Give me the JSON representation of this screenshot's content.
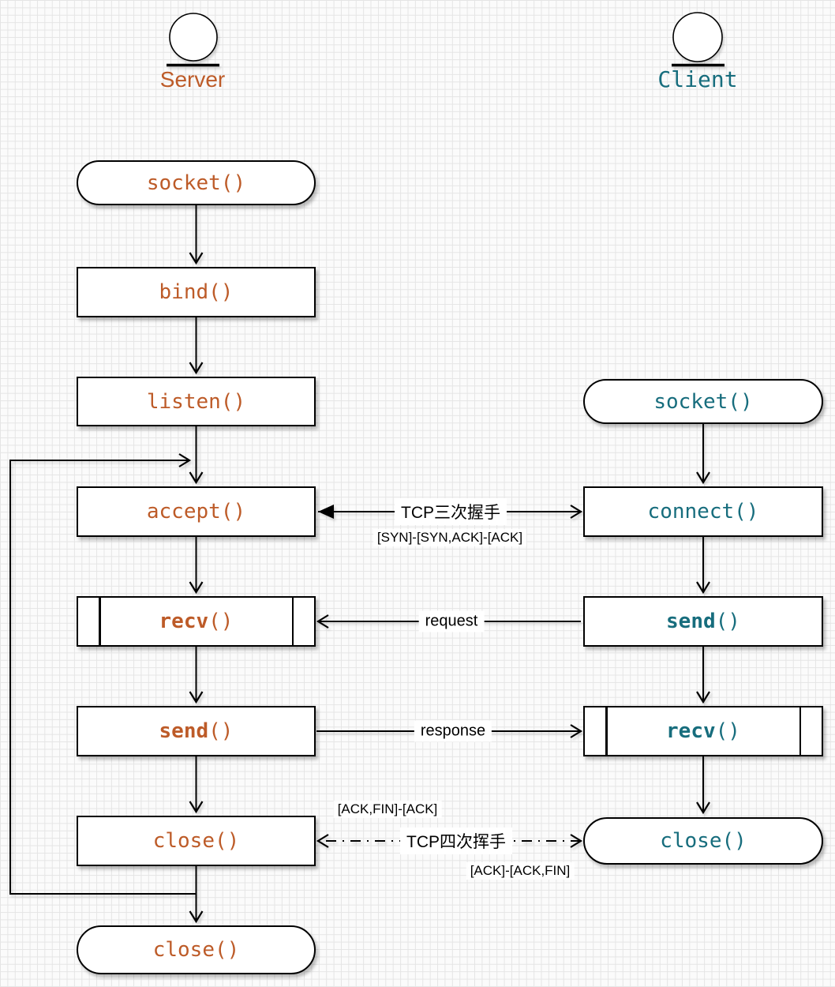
{
  "diagram": {
    "title_hint": "TCP socket lifecycle flowchart",
    "actors": {
      "server": {
        "label": "Server"
      },
      "client": {
        "label": "Client"
      }
    },
    "server_flow": [
      {
        "label": "socket()",
        "shape": "terminator"
      },
      {
        "label": "bind()",
        "shape": "process"
      },
      {
        "label": "listen()",
        "shape": "process"
      },
      {
        "label": "accept()",
        "shape": "process"
      },
      {
        "name": "recv",
        "suffix": "()",
        "shape": "subroutine"
      },
      {
        "name": "send",
        "suffix": "()",
        "shape": "process"
      },
      {
        "label": "close()",
        "shape": "process"
      },
      {
        "label": "close()",
        "shape": "terminator"
      }
    ],
    "client_flow": [
      {
        "label": "socket()",
        "shape": "terminator"
      },
      {
        "label": "connect()",
        "shape": "process"
      },
      {
        "name": "send",
        "suffix": "()",
        "shape": "process"
      },
      {
        "name": "recv",
        "suffix": "()",
        "shape": "subroutine"
      },
      {
        "label": "close()",
        "shape": "terminator"
      }
    ],
    "messages": {
      "handshake_label": "TCP三次握手",
      "handshake_detail": "[SYN]-[SYN,ACK]-[ACK]",
      "request_label": "request",
      "response_label": "response",
      "teardown_label": "TCP四次挥手",
      "teardown_detail_top": "[ACK,FIN]-[ACK]",
      "teardown_detail_bottom": "[ACK]-[ACK,FIN]"
    },
    "colors": {
      "server_text": "#bd5b28",
      "client_text": "#176d7d",
      "line": "#000000"
    }
  }
}
